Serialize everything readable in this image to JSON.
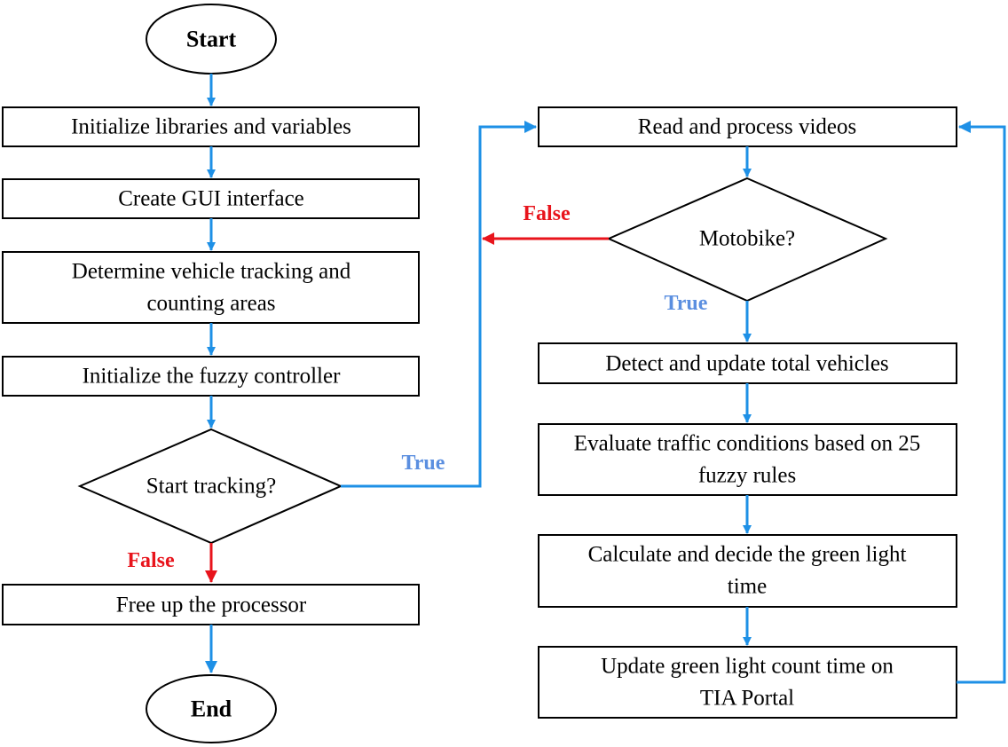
{
  "colors": {
    "flow_blue": "#1e90e6",
    "flow_red": "#e8141c",
    "true_label": "#5b8fe0",
    "false_label": "#e8141c"
  },
  "left": {
    "start": "Start",
    "init_libraries": "Initialize libraries and variables",
    "create_gui": "Create GUI interface",
    "determine_areas_line1": "Determine vehicle tracking and",
    "determine_areas_line2": "counting areas",
    "init_fuzzy": "Initialize the fuzzy controller",
    "start_tracking": "Start tracking?",
    "free_processor": "Free up the processor",
    "end": "End",
    "true_label": "True",
    "false_label": "False"
  },
  "right": {
    "read_videos": "Read and process videos",
    "motobike": "Motobike?",
    "detect_update": "Detect and update total vehicles",
    "evaluate_line1": "Evaluate traffic conditions based on 25",
    "evaluate_line2": "fuzzy rules",
    "calculate_line1": "Calculate and decide the green light",
    "calculate_line2": "time",
    "update_line1": "Update green light count time on",
    "update_line2": "TIA Portal",
    "true_label": "True",
    "false_label": "False"
  }
}
